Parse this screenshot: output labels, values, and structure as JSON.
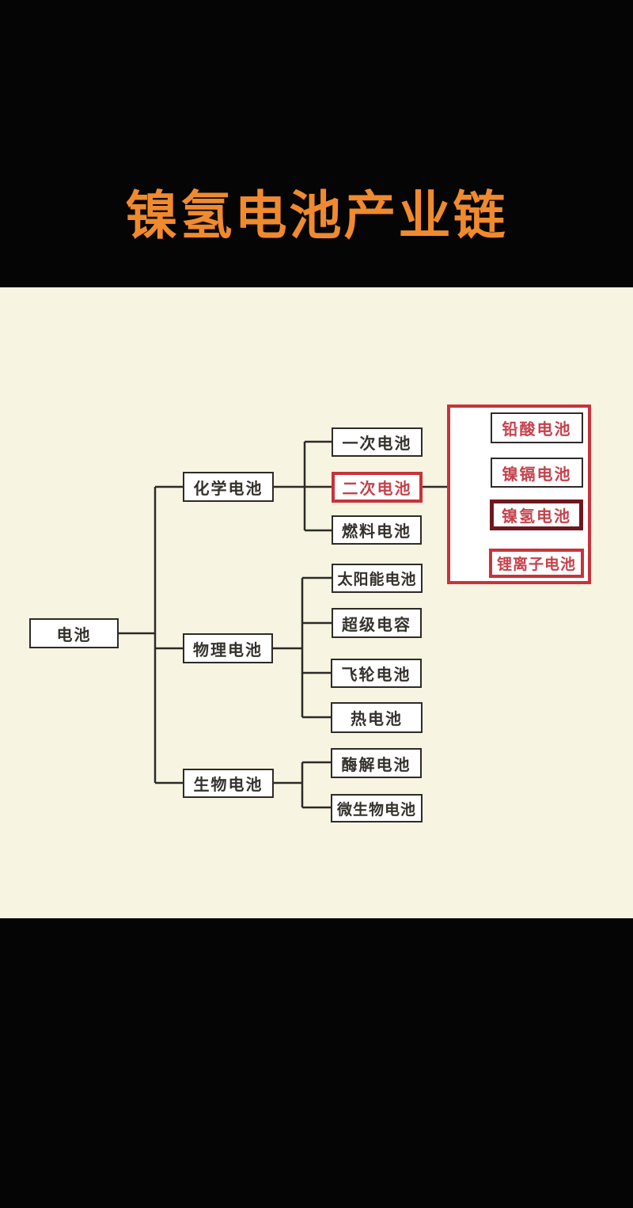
{
  "title": "镍氢电池产业链",
  "diagram": {
    "root": {
      "label": "电池"
    },
    "level1": [
      {
        "label": "化学电池"
      },
      {
        "label": "物理电池"
      },
      {
        "label": "生物电池"
      }
    ],
    "chemical_children": [
      {
        "label": "一次电池"
      },
      {
        "label": "二次电池",
        "highlight": "red"
      },
      {
        "label": "燃料电池"
      }
    ],
    "secondary_children": [
      {
        "label": "铅酸电池",
        "highlight": "red-text"
      },
      {
        "label": "镍镉电池",
        "highlight": "red-text"
      },
      {
        "label": "镍氢电池",
        "highlight": "dark-red-frame"
      },
      {
        "label": "锂离子电池",
        "highlight": "red-frame"
      }
    ],
    "physical_children": [
      {
        "label": "太阳能电池"
      },
      {
        "label": "超级电容"
      },
      {
        "label": "飞轮电池"
      },
      {
        "label": "热电池"
      }
    ],
    "biological_children": [
      {
        "label": "酶解电池"
      },
      {
        "label": "微生物电池"
      }
    ]
  },
  "colors": {
    "accent_orange": "#F08A2E",
    "highlight_red": "#C8333B",
    "highlight_red_text": "#C5424C",
    "highlight_dark_red": "#6F161E",
    "canvas_cream": "#F7F4E1",
    "line_black": "#2c2a27"
  }
}
